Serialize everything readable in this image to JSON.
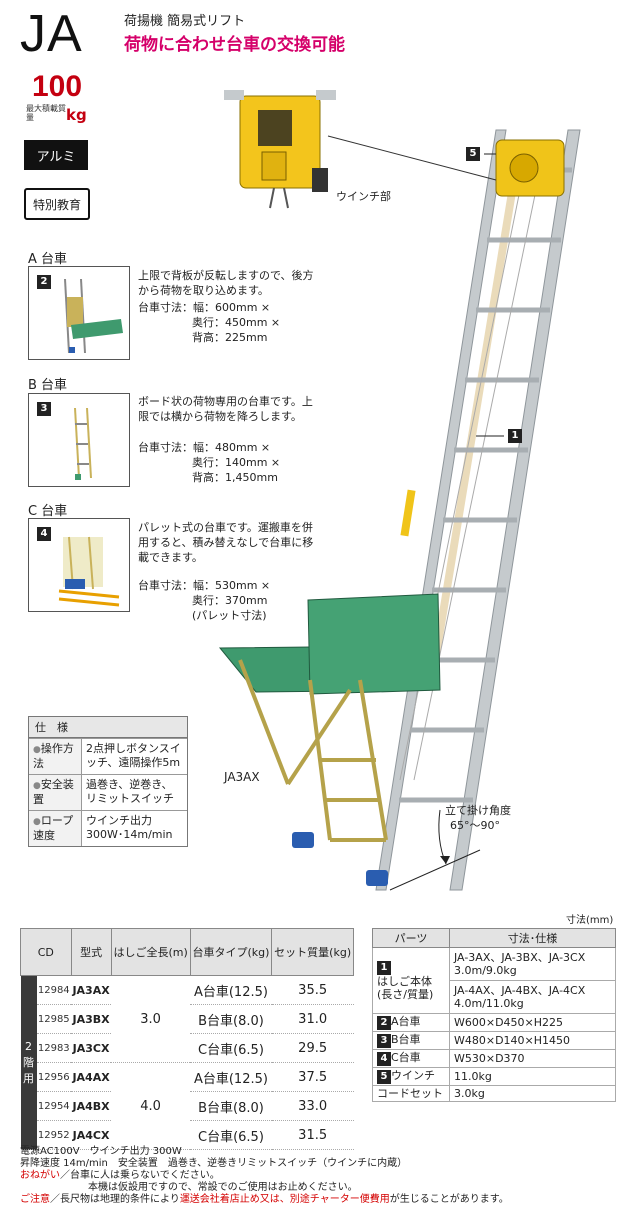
{
  "header": {
    "model": "JA",
    "subtitle": "荷揚機 簡易式リフト",
    "tagline": "荷物に合わせ台車の交換可能",
    "load_value": "100",
    "load_label": "最大積載質量",
    "load_unit": "kg",
    "badge_material": "アルミ",
    "badge_training": "特別教育"
  },
  "carts": [
    {
      "heading": "A 台車",
      "num": "2",
      "desc": "上限で背板が反転しますので、後方から荷物を取り込めます。",
      "dims": [
        "台車寸法：幅：600mm ×",
        "奥行：450mm ×",
        "背高：225mm"
      ]
    },
    {
      "heading": "B 台車",
      "num": "3",
      "desc": "ボード状の荷物専用の台車です。上限では横から荷物を降ろします。",
      "dims": [
        "台車寸法：幅：480mm ×",
        "奥行：140mm ×",
        "背高：1,450mm"
      ]
    },
    {
      "heading": "C 台車",
      "num": "4",
      "desc": "パレット式の台車です。運搬車を併用すると、積み替えなしで台車に移載できます。",
      "dims": [
        "台車寸法：幅：530mm ×",
        "奥行：370mm",
        "(パレット寸法)"
      ]
    }
  ],
  "illustration": {
    "winch_label": "ウインチ部",
    "callout_5": "5",
    "callout_1": "1",
    "model_label": "JA3AX",
    "angle_label": "立て掛け角度",
    "angle_value": "65°〜90°",
    "colors": {
      "ladder": "#b9bfc4",
      "cart": "#3f9a6e",
      "frame": "#b5a24a",
      "winch": "#f0c419",
      "feet": "#2a5db0"
    }
  },
  "spec": {
    "title": "仕　様",
    "rows": [
      {
        "k": "操作方法",
        "v": "2点押しボタンスイッチ、遠隔操作5m"
      },
      {
        "k": "安全装置",
        "v": "過巻き、逆巻き、リミットスイッチ"
      },
      {
        "k": "ロープ速度",
        "v": "ウインチ出力300W･14m/min"
      }
    ]
  },
  "unit_note": "寸法(mm)",
  "table1": {
    "headers": [
      "CD",
      "型式",
      "はしご全長(m)",
      "台車タイプ(kg)",
      "セット質量(kg)"
    ],
    "group_label": "2階用",
    "rows": [
      {
        "cd": "12984",
        "model": "JA3AX",
        "size": "3.0",
        "type": "A台車(12.5)",
        "weight": "35.5"
      },
      {
        "cd": "12985",
        "model": "JA3BX",
        "size": "",
        "type": "B台車(8.0)",
        "weight": "31.0"
      },
      {
        "cd": "12983",
        "model": "JA3CX",
        "size": "",
        "type": "C台車(6.5)",
        "weight": "29.5"
      },
      {
        "cd": "12956",
        "model": "JA4AX",
        "size": "4.0",
        "type": "A台車(12.5)",
        "weight": "37.5"
      },
      {
        "cd": "12954",
        "model": "JA4BX",
        "size": "",
        "type": "B台車(8.0)",
        "weight": "33.0"
      },
      {
        "cd": "12952",
        "model": "JA4CX",
        "size": "",
        "type": "C台車(6.5)",
        "weight": "31.5"
      }
    ]
  },
  "table2": {
    "headers": [
      "パーツ",
      "寸法･仕様"
    ],
    "ladder_num": "1",
    "ladder_label": "はしご本体(長さ/質量)",
    "ladder_spec1a": "JA-3AX、JA-3BX、JA-3CX",
    "ladder_spec1b": "3.0m/9.0kg",
    "ladder_spec2a": "JA-4AX、JA-4BX、JA-4CX",
    "ladder_spec2b": "4.0m/11.0kg",
    "rows": [
      {
        "num": "2",
        "part": "A台車",
        "spec": "W600×D450×H225"
      },
      {
        "num": "3",
        "part": "B台車",
        "spec": "W480×D140×H1450"
      },
      {
        "num": "4",
        "part": "C台車",
        "spec": "W530×D370"
      },
      {
        "num": "5",
        "part": "ウインチ",
        "spec": "11.0kg"
      },
      {
        "num": "",
        "part": "コードセット",
        "spec": "3.0kg"
      }
    ]
  },
  "footer": {
    "line1": "電源AC100V　ウインチ出力 300W",
    "line2": "昇降速度 14m/min　安全装置　過巻き、逆巻きリミットスイッチ（ウインチに内蔵）",
    "l3_red": "おねがい",
    "l3_rest": "／台車に人は乗らないでください。",
    "line4": "本機は仮設用ですので、常設でのご使用はお止めください。",
    "l5_red": "ご注意",
    "l5_a": "／長尺物は地理的条件により",
    "l5_red2": "運送会社着店止め又は、別途チャーター便費用",
    "l5_b": "が生じることがあります。"
  }
}
